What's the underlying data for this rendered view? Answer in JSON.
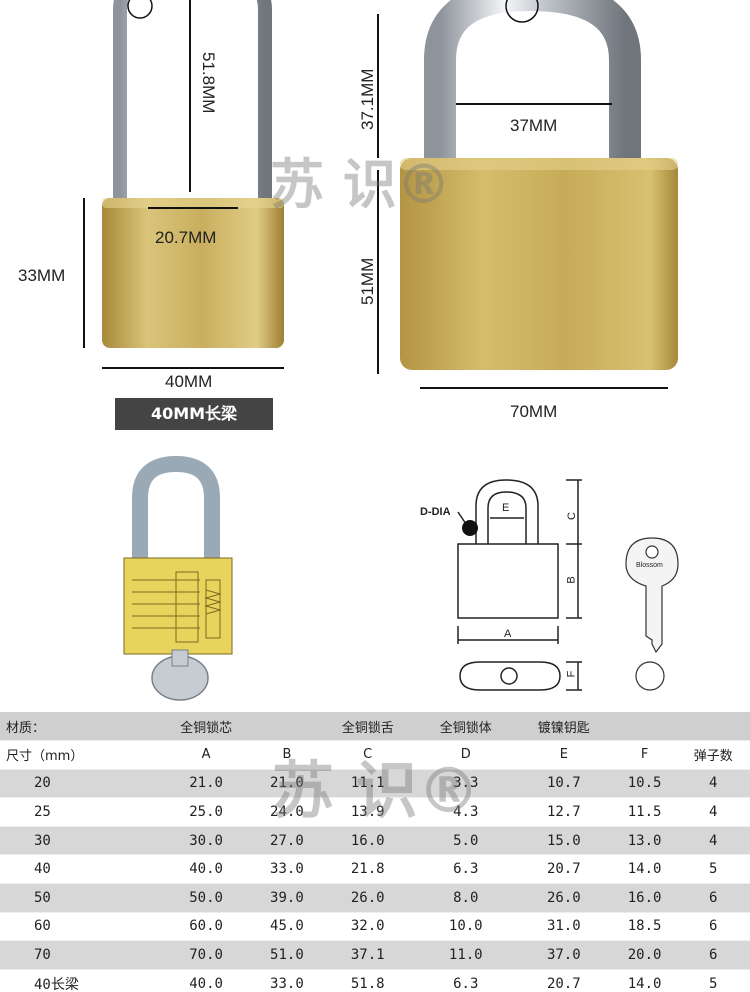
{
  "photo_top": {
    "left_lock": {
      "shackle_height": "51.8MM",
      "shackle_inner_width": "20.7MM",
      "body_height": "33MM",
      "body_width": "40MM",
      "badge": "40MM长梁"
    },
    "right_lock": {
      "shackle_height": "37.1MM",
      "shackle_inner_width": "37MM",
      "body_height": "51MM",
      "body_width": "70MM"
    },
    "watermark": "苏 识®"
  },
  "diagram": {
    "label_d_dia": "D-DIA",
    "label_e": "E",
    "label_c": "C",
    "label_b": "B",
    "label_a": "A",
    "label_f": "F",
    "key_brand": "Blossom"
  },
  "table": {
    "material_row": [
      "材质：",
      "全铜锁芯",
      "全铜锁舌",
      "全铜锁体",
      "镀镍钥匙"
    ],
    "headers": [
      "尺寸（mm）",
      "A",
      "B",
      "C",
      "D",
      "E",
      "F",
      "弹子数"
    ],
    "rows": [
      [
        "20",
        "21.0",
        "21.0",
        "11.1",
        "3.3",
        "10.7",
        "10.5",
        "4"
      ],
      [
        "25",
        "25.0",
        "24.0",
        "13.9",
        "4.3",
        "12.7",
        "11.5",
        "4"
      ],
      [
        "30",
        "30.0",
        "27.0",
        "16.0",
        "5.0",
        "15.0",
        "13.0",
        "4"
      ],
      [
        "40",
        "40.0",
        "33.0",
        "21.8",
        "6.3",
        "20.7",
        "14.0",
        "5"
      ],
      [
        "50",
        "50.0",
        "39.0",
        "26.0",
        "8.0",
        "26.0",
        "16.0",
        "6"
      ],
      [
        "60",
        "60.0",
        "45.0",
        "32.0",
        "10.0",
        "31.0",
        "18.5",
        "6"
      ],
      [
        "70",
        "70.0",
        "51.0",
        "37.1",
        "11.0",
        "37.0",
        "20.0",
        "6"
      ],
      [
        "40长梁",
        "40.0",
        "33.0",
        "51.8",
        "6.3",
        "20.7",
        "14.0",
        "5"
      ]
    ],
    "watermark": "苏 识®"
  },
  "colors": {
    "brass_light": "#d9c47a",
    "brass_dark": "#a8893a",
    "chrome": "#c8ccd2",
    "badge_bg": "#444444",
    "row_alt": "#d7d7d7"
  }
}
